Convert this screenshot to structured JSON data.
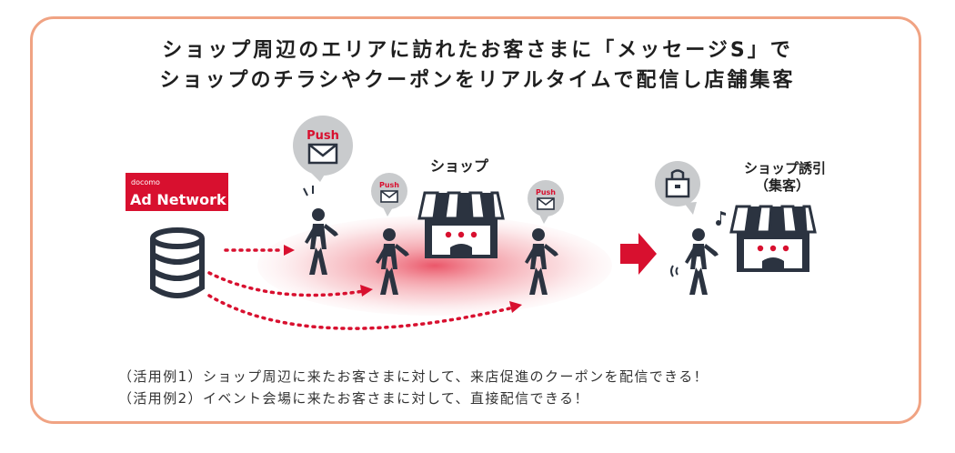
{
  "title": {
    "line1": "ショップ周辺のエリアに訪れたお客さまに「メッセージS」で",
    "line2": "ショップのチラシやクーポンをリアルタイムで配信し店舗集客"
  },
  "logo": {
    "small": "docomo",
    "main": "Ad Network"
  },
  "push_label": "Push",
  "shop_label": "ショップ",
  "shop_attract_label": {
    "line1": "ショップ誘引",
    "line2": "（集客）"
  },
  "examples": [
    "（活用例1）ショップ周辺に来たお客さまに対して、来店促進のクーポンを配信できる！",
    "（活用例2）イベント会場に来たお客さまに対して、直接配信できる！"
  ],
  "colors": {
    "accent": "#d8102f",
    "border": "#f0a383",
    "figure": "#2b3340",
    "bubble": "#c9cbcd",
    "shop_body": "#2b3340"
  },
  "icons": [
    "database-icon",
    "mail-icon",
    "bag-icon",
    "shop-icon",
    "person-icon",
    "arrow-right-icon"
  ]
}
